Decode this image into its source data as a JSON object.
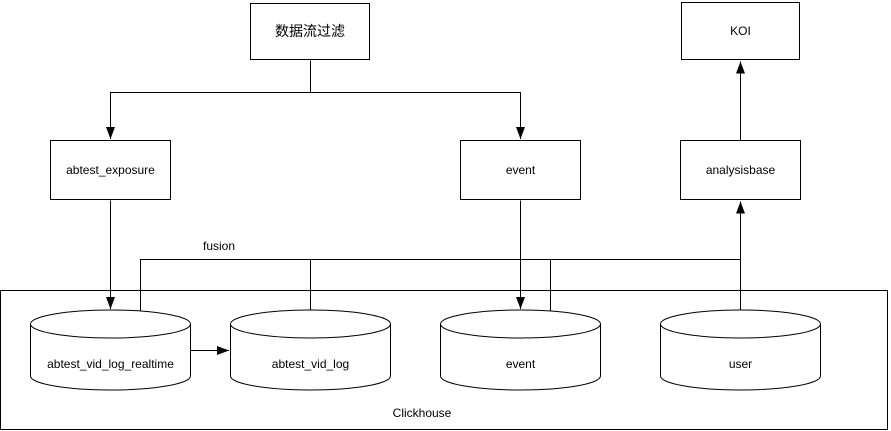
{
  "colors": {
    "stroke": "#000000",
    "node_fill": "#ffffff",
    "background": "#ffffff",
    "text": "#000000"
  },
  "nodes": {
    "filter": {
      "label": "数据流过滤"
    },
    "koi": {
      "label": "KOI"
    },
    "exposure": {
      "label": "abtest_exposure"
    },
    "event": {
      "label": "event"
    },
    "analysisbase": {
      "label": "analysisbase"
    }
  },
  "datastores": {
    "realtime": {
      "label": "abtest_vid_log_realtime"
    },
    "vidlog": {
      "label": "abtest_vid_log"
    },
    "event": {
      "label": "event"
    },
    "user": {
      "label": "user"
    }
  },
  "container": {
    "label": "Clickhouse"
  },
  "edge_labels": {
    "fusion": "fusion"
  }
}
